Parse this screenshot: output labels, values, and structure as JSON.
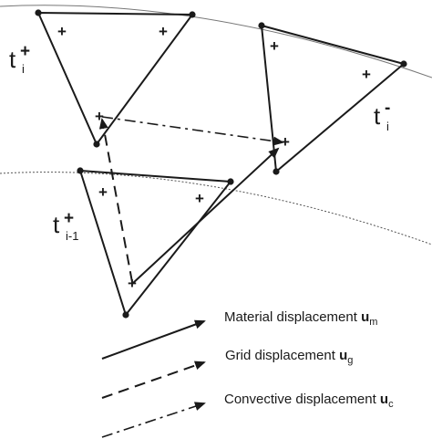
{
  "labels": {
    "t_i_plus": {
      "base": "t",
      "sup": "+",
      "sub": "i"
    },
    "t_i_minus": {
      "base": "t",
      "sup": "-",
      "sub": "i"
    },
    "t_im1_plus": {
      "base": "t",
      "sup": "+",
      "sub": "i-1"
    }
  },
  "plus_sign": "+",
  "legend": [
    {
      "text": "Material displacement ",
      "symbol": "u",
      "sub": "m",
      "style": "solid"
    },
    {
      "text": "Grid displacement ",
      "symbol": "u",
      "sub": "g",
      "style": "dashed"
    },
    {
      "text": "Convective displacement ",
      "symbol": "u",
      "sub": "c",
      "style": "dashdot"
    }
  ]
}
